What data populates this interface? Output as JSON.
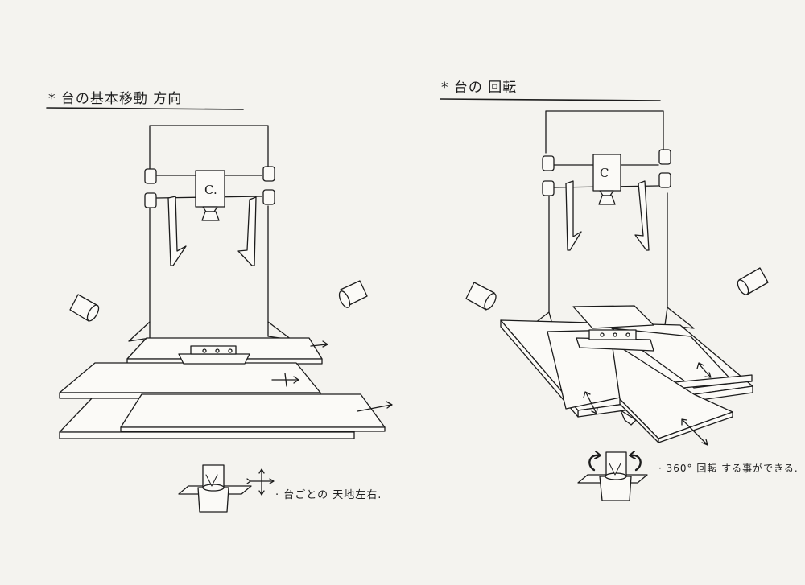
{
  "sections": {
    "left": {
      "title": "* 台の基本移動 方向",
      "camera_label": "C.",
      "caption": "· 台ごとの 天地左右."
    },
    "right": {
      "title": "* 台の 回転",
      "camera_label": "C",
      "caption": "· 360° 回転 する事ができる."
    }
  },
  "colors": {
    "paper": "#f4f3ef",
    "ink": "#1c1c1c",
    "board": "#fbfaf7"
  }
}
